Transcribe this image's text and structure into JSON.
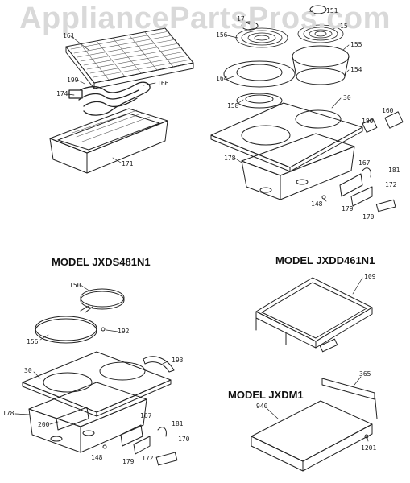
{
  "watermark": "AppliancePartsPros.com",
  "models": {
    "m1": "MODEL JXDS481N1",
    "m2": "MODEL JXDD461N1",
    "m3": "MODEL JXDM1"
  },
  "parts": {
    "p161": "161",
    "p199": "199",
    "p174": "174",
    "p166": "166",
    "p171": "171",
    "p17": "17",
    "p151": "151",
    "p156a": "156",
    "p15": "15",
    "p155": "155",
    "p164": "164",
    "p154": "154",
    "p158": "158",
    "p30a": "30",
    "p160": "160",
    "p180": "180",
    "p178a": "178",
    "p167a": "167",
    "p181a": "181",
    "p172a": "172",
    "p148a": "148",
    "p179a": "179",
    "p170a": "170",
    "p150": "150",
    "p192": "192",
    "p156b": "156",
    "p193": "193",
    "p30b": "30",
    "p178b": "178",
    "p200": "200",
    "p167b": "167",
    "p181b": "181",
    "p170b": "170",
    "p148b": "148",
    "p179b": "179",
    "p172b": "172",
    "p109": "109",
    "p365": "365",
    "p940": "940",
    "p1201": "1201"
  }
}
